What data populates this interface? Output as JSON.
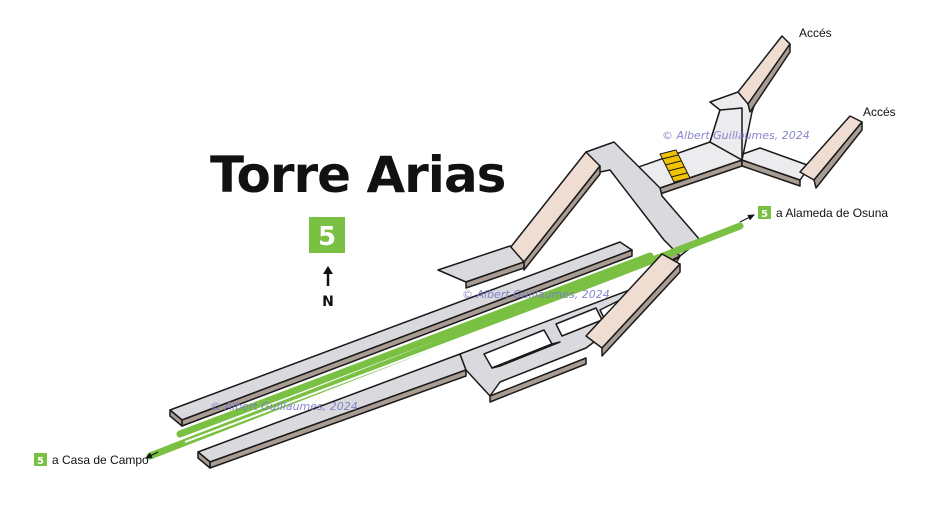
{
  "station": {
    "name": "Torre Arias",
    "line_number": "5",
    "line_color": "#7ac143",
    "north_label": "N"
  },
  "directions": {
    "east": {
      "line": "5",
      "label": "a Alameda de Osuna"
    },
    "west": {
      "line": "5",
      "label": "a Casa de Campo"
    }
  },
  "accesses": [
    {
      "label": "Accés"
    },
    {
      "label": "Accés"
    }
  ],
  "watermarks": [
    "© Albert Guillaumes, 2024",
    "© Albert Guillaumes, 2024",
    "© Albert Guillaumes, 2024"
  ],
  "colors": {
    "platform_top": "#d9d9de",
    "platform_side": "#a99d93",
    "stair_ramp": "#f0ddd2",
    "outline": "#1a1a1a",
    "escalator": "#f2c300"
  }
}
